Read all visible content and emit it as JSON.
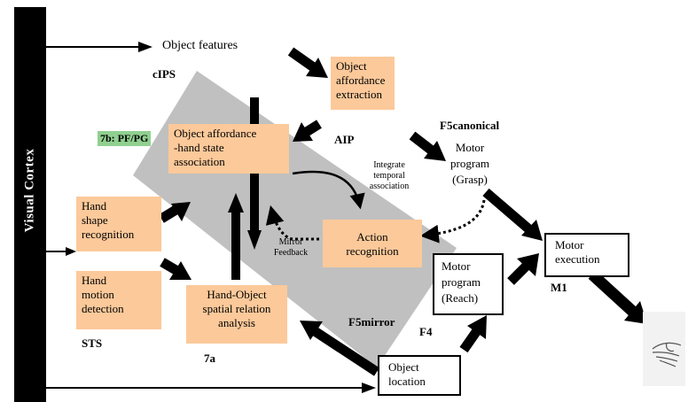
{
  "visual_cortex": "Visual   Cortex",
  "labels": {
    "object_features": "Object features",
    "cips": "cIPS",
    "pf_pg": "7b: PF/PG",
    "aip": "AIP",
    "f5canonical": "F5canonical",
    "sts": "STS",
    "seven_a": "7a",
    "f5mirror": "F5mirror",
    "f4": "F4",
    "m1": "M1"
  },
  "boxes": {
    "object_affordance_extraction": "Object\naffordance\nextraction",
    "object_affordance_hand_state": "Object affordance\n-hand state\nassociation",
    "hand_shape_recognition": "Hand\nshape\nrecognition",
    "hand_motion_detection": "Hand\nmotion\ndetection",
    "hand_object_spatial": "Hand-Object\nspatial relation\nanalysis",
    "action_recognition": "Action\nrecognition",
    "motor_program_grasp": "Motor\nprogram\n(Grasp)",
    "motor_program_reach": "Motor\nprogram\n(Reach)",
    "motor_execution": "Motor\nexecution",
    "object_location": "Object\nlocation"
  },
  "annotations": {
    "integrate_temporal": "Integrate\ntemporal\nassociation",
    "mirror_feedback": "Mirror\nFeedback"
  },
  "colors": {
    "module_fill": "#fcc99a",
    "pf_pg_fill": "#90d090",
    "region_fill": "#c0c0c0",
    "arrow": "#000000"
  }
}
